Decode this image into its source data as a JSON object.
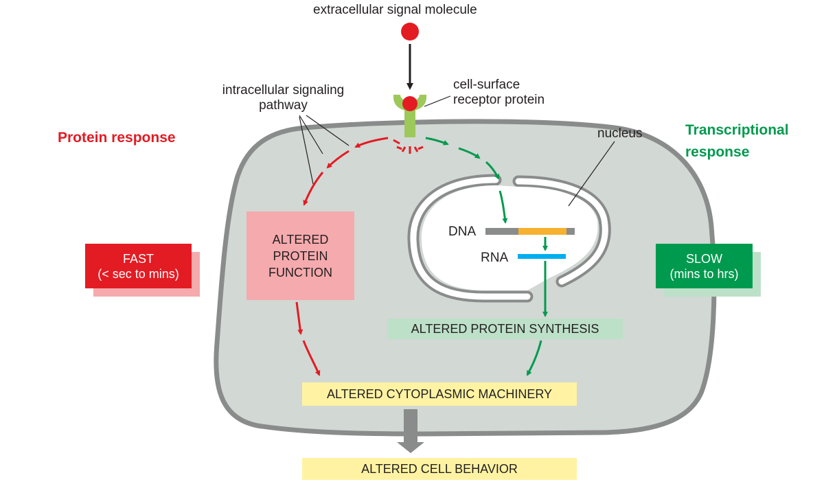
{
  "labels": {
    "signal": "extracellular signal molecule",
    "receptor_line1": "cell-surface",
    "receptor_line2": "receptor protein",
    "pathway_line1": "intracellular signaling",
    "pathway_line2": "pathway",
    "protein_response": "Protein response",
    "transcriptional_line1": "Transcriptional",
    "transcriptional_line2": "response",
    "nucleus": "nucleus",
    "dna": "DNA",
    "rna": "RNA"
  },
  "boxes": {
    "altered_protein_function_line1": "ALTERED",
    "altered_protein_function_line2": "PROTEIN",
    "altered_protein_function_line3": "FUNCTION",
    "altered_protein_synthesis": "ALTERED PROTEIN SYNTHESIS",
    "altered_cytoplasmic_machinery": "ALTERED CYTOPLASMIC MACHINERY",
    "altered_cell_behavior": "ALTERED CELL BEHAVIOR"
  },
  "badges": {
    "fast_title": "FAST",
    "fast_sub": "(< sec to mins)",
    "slow_title": "SLOW",
    "slow_sub": "(mins to hrs)"
  },
  "colors": {
    "red": "#e31b23",
    "green": "#009a4e",
    "cell_fill": "#d2d8d4",
    "membrane": "#8a8c8c",
    "pink_box": "#f5aaad",
    "green_box": "#bde0c8",
    "yellow_box": "#fff3a3",
    "gene_orange": "#f7b130",
    "rna_blue": "#00aeef",
    "receptor_green": "#9dc95a"
  }
}
